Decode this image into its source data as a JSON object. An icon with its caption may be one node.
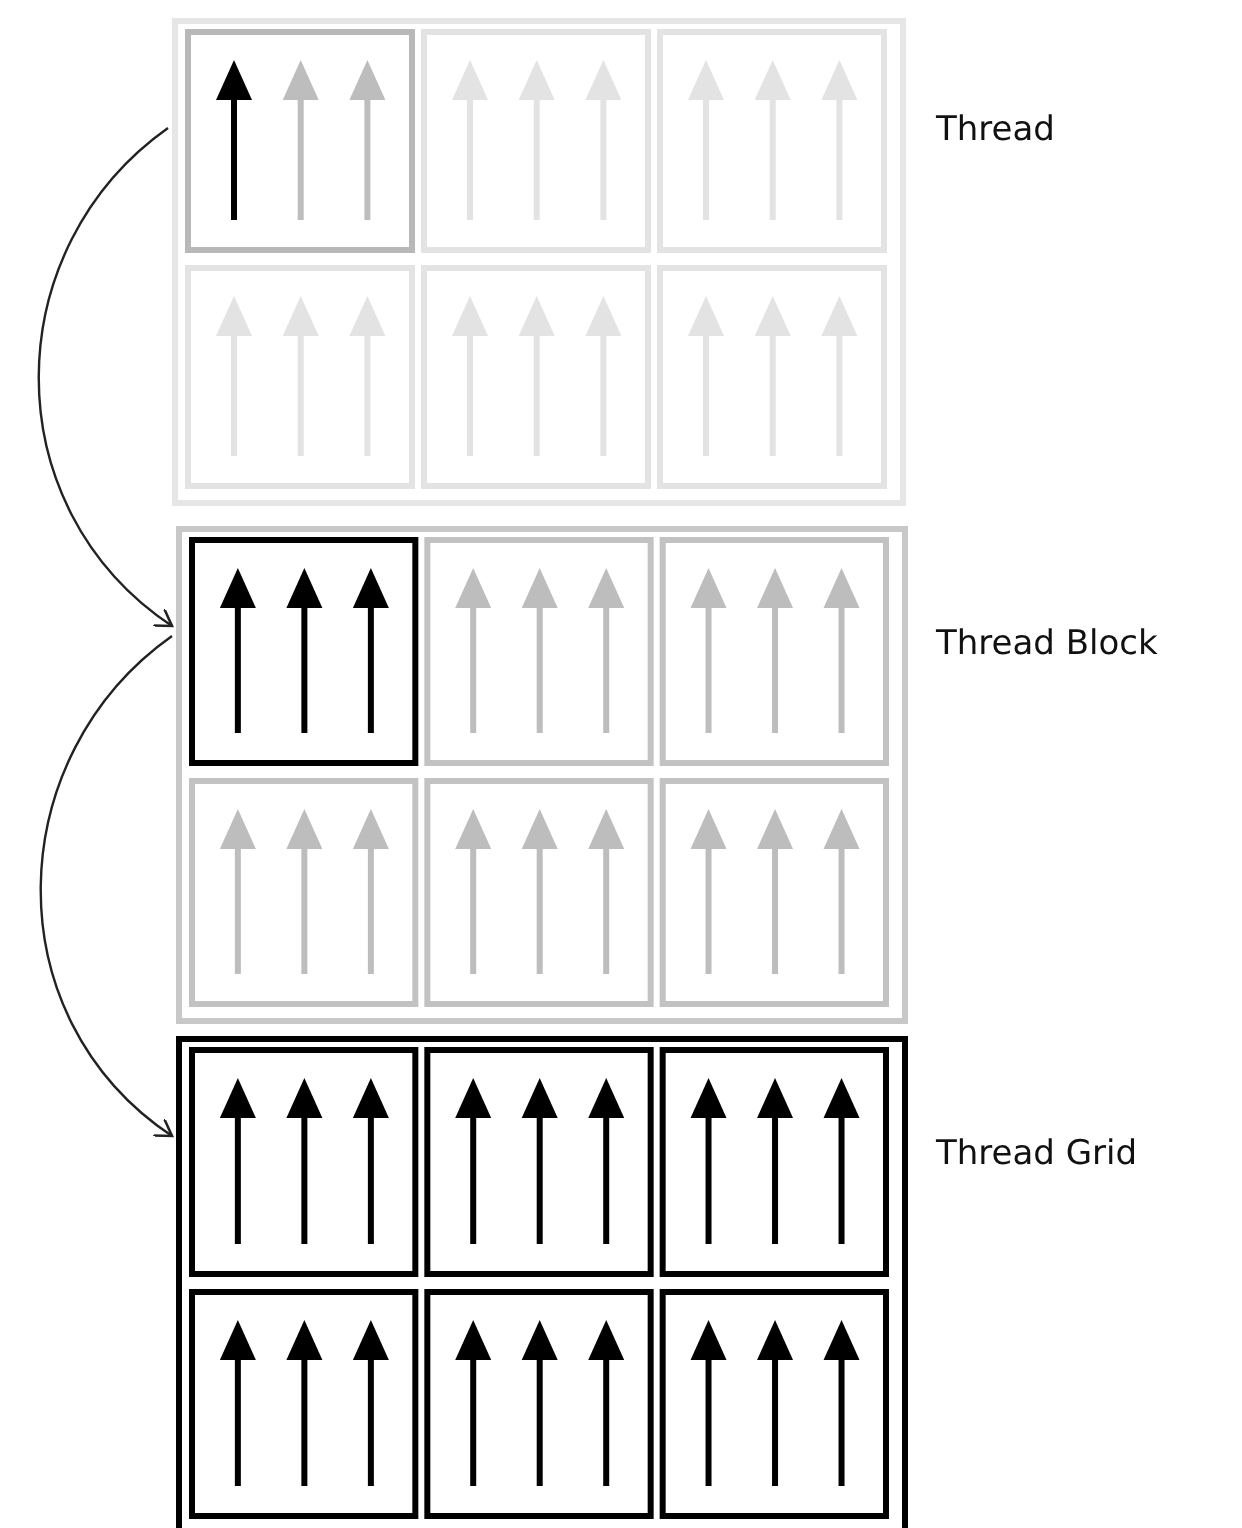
{
  "diagram": {
    "nodes": [
      {
        "text": [],
        "shape": "box",
        "beside": [
          "Thread"
        ]
      },
      {
        "text": [],
        "shape": "box",
        "beside": [
          "Thread Block"
        ]
      },
      {
        "text": [],
        "shape": "box",
        "beside": [
          "Thread Grid"
        ]
      }
    ],
    "edges": [
      {
        "from": 0,
        "to": 1,
        "arrow": "to"
      },
      {
        "from": 1,
        "to": 2,
        "arrow": "to"
      }
    ]
  }
}
